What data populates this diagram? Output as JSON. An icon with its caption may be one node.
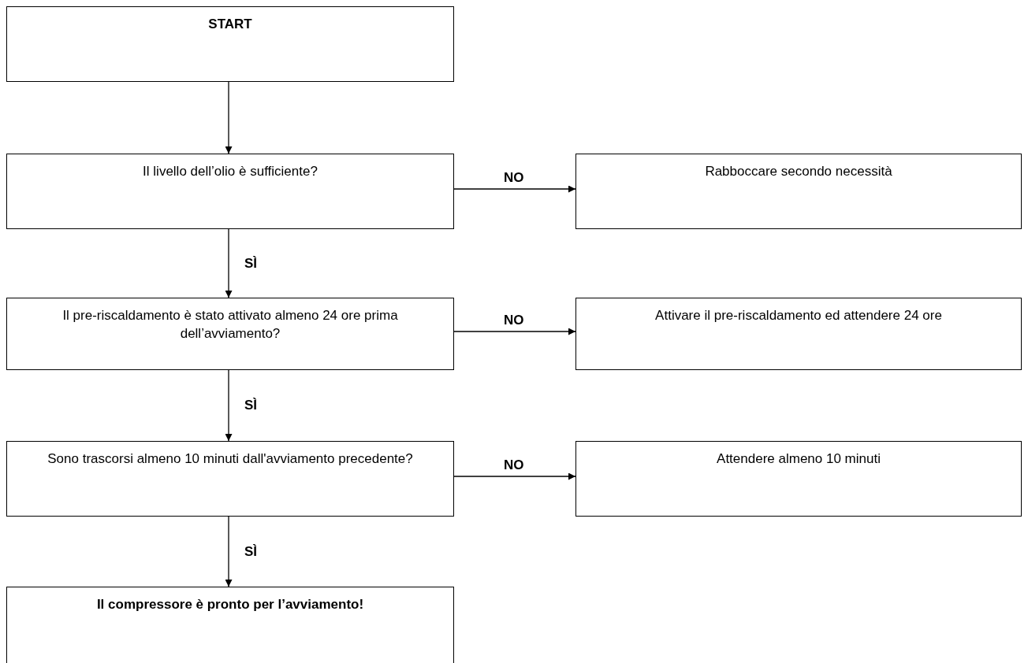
{
  "diagram": {
    "nodes": [
      {
        "text": [
          "START"
        ]
      },
      {
        "text": [
          "Il livello dell’olio è sufficiente?"
        ]
      },
      {
        "text": [
          "Rabboccare secondo necessità"
        ]
      },
      {
        "text": [
          "Il pre-riscaldamento è stato attivato almeno 24 ore prima dell’avviamento?"
        ]
      },
      {
        "text": [
          "Attivare il pre-riscaldamento ed attendere 24 ore"
        ]
      },
      {
        "text": [
          "Sono trascorsi almeno 10 minuti dall'avviamento precedente?"
        ]
      },
      {
        "text": [
          "Attendere almeno 10 minuti"
        ]
      },
      {
        "text": [
          "Il compressore è pronto per l’avviamento!"
        ]
      }
    ],
    "edges": [
      {
        "from": 0,
        "to": 1,
        "arrow": "to"
      },
      {
        "from": 1,
        "to": 2,
        "arrow": "to",
        "label": "NO"
      },
      {
        "from": 1,
        "to": 3,
        "arrow": "to",
        "label": "SÌ"
      },
      {
        "from": 3,
        "to": 4,
        "arrow": "to",
        "label": "NO"
      },
      {
        "from": 3,
        "to": 5,
        "arrow": "to",
        "label": "SÌ"
      },
      {
        "from": 5,
        "to": 6,
        "arrow": "to",
        "label": "NO"
      },
      {
        "from": 5,
        "to": 7,
        "arrow": "to",
        "label": "SÌ"
      }
    ]
  }
}
